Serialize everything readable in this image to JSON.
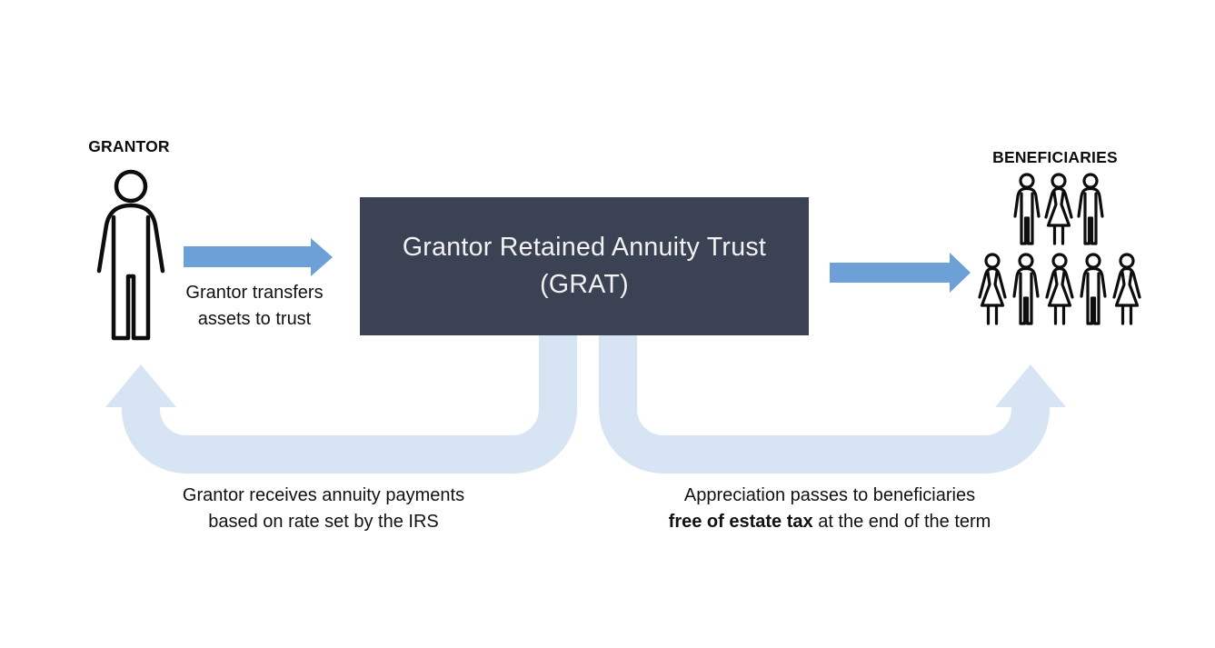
{
  "diagram": {
    "grantor": {
      "label": "GRANTOR",
      "icon": "person-outline"
    },
    "grat_box": {
      "line1": "Grantor Retained Annuity Trust",
      "line2": "(GRAT)"
    },
    "transfer_arrow": {
      "line1": "Grantor transfers",
      "line2": "assets to trust"
    },
    "annuity_return": {
      "line1": "Grantor receives annuity payments",
      "line2": "based on rate set by the IRS"
    },
    "appreciation": {
      "line1": "Appreciation passes to beneficiaries",
      "line2_bold": "free of estate tax",
      "line2_rest": " at the end of the term"
    },
    "beneficiaries": {
      "label": "BENEFICIARIES",
      "rows": [
        [
          "man",
          "woman",
          "man"
        ],
        [
          "woman",
          "man",
          "woman",
          "man",
          "woman"
        ]
      ]
    }
  },
  "colors": {
    "accent_blue": "#6CA0D6",
    "light_blue": "#D6E4F4",
    "box_bg": "#3B4254",
    "box_text": "#F2F2F2",
    "icon_stroke": "#0D0D0D",
    "text": "#111111",
    "background": "#FFFFFF"
  }
}
